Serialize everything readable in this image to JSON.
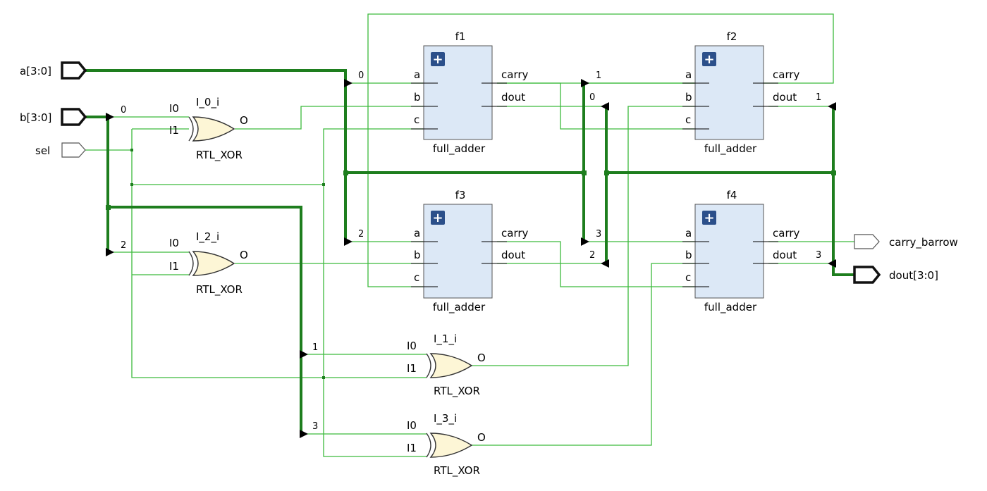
{
  "ports": {
    "a": "a[3:0]",
    "b": "b[3:0]",
    "sel": "sel",
    "carry_out": "carry_barrow",
    "dout": "dout[3:0]"
  },
  "blocks": [
    {
      "id": "f1",
      "name": "f1",
      "type": "full_adder",
      "inputs": [
        "a",
        "b",
        "c"
      ],
      "outputs": [
        "carry",
        "dout"
      ]
    },
    {
      "id": "f2",
      "name": "f2",
      "type": "full_adder",
      "inputs": [
        "a",
        "b",
        "c"
      ],
      "outputs": [
        "carry",
        "dout"
      ]
    },
    {
      "id": "f3",
      "name": "f3",
      "type": "full_adder",
      "inputs": [
        "a",
        "b",
        "c"
      ],
      "outputs": [
        "carry",
        "dout"
      ]
    },
    {
      "id": "f4",
      "name": "f4",
      "type": "full_adder",
      "inputs": [
        "a",
        "b",
        "c"
      ],
      "outputs": [
        "carry",
        "dout"
      ]
    }
  ],
  "gates": [
    {
      "id": "g0",
      "name": "I_0_i",
      "type": "RTL_XOR",
      "in0": "I0",
      "in1": "I1",
      "out": "O"
    },
    {
      "id": "g2",
      "name": "I_2_i",
      "type": "RTL_XOR",
      "in0": "I0",
      "in1": "I1",
      "out": "O"
    },
    {
      "id": "g1",
      "name": "I_1_i",
      "type": "RTL_XOR",
      "in0": "I0",
      "in1": "I1",
      "out": "O"
    },
    {
      "id": "g3",
      "name": "I_3_i",
      "type": "RTL_XOR",
      "in0": "I0",
      "in1": "I1",
      "out": "O"
    },
    {
      "id": "plus",
      "symbol": "+"
    }
  ],
  "bus_indices": {
    "a0": "0",
    "a1": "1",
    "a2": "2",
    "a3": "3",
    "b0": "0",
    "b1": "1",
    "b2": "2",
    "b3": "3",
    "d0": "0",
    "d1": "1",
    "d2": "2",
    "d3": "3"
  },
  "colors": {
    "wire": "#3cba3c",
    "bus": "#1e7e1e",
    "block_fill": "#dce8f6",
    "gate_fill": "#fdf6d6",
    "plus_badge": "#2b4f8a"
  }
}
